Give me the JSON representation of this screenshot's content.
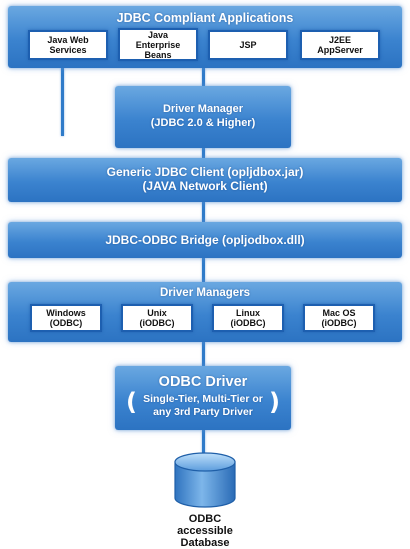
{
  "colors": {
    "layer_fill": "#3b83cf",
    "tile_border": "#1d5fb0",
    "connector": "#2f7bc9",
    "database": "#4a8fd6"
  },
  "layers": {
    "apps": {
      "title": "JDBC Compliant Applications",
      "tiles": [
        "Java Web\nServices",
        "Java\nEnterprise\nBeans",
        "JSP",
        "J2EE\nAppServer"
      ]
    },
    "driver_manager": {
      "line1": "Driver Manager",
      "line2": "(JDBC 2.0 & Higher)"
    },
    "generic_client": {
      "line1": "Generic JDBC Client (opljdbox.jar)",
      "line2": "(JAVA Network Client)"
    },
    "bridge": {
      "title": "JDBC-ODBC Bridge (opljodbox.dll)"
    },
    "driver_managers": {
      "title": "Driver Managers",
      "tiles": [
        "Windows\n(ODBC)",
        "Unix\n(iODBC)",
        "Linux\n(iODBC)",
        "Mac OS\n(iODBC)"
      ]
    },
    "odbc_driver": {
      "title": "ODBC Driver",
      "subtitle": "Single-Tier, Multi-Tier or\nany 3rd Party Driver",
      "paren_left": "(",
      "paren_right": ")"
    }
  },
  "database": {
    "icon": "database-icon",
    "label": "ODBC\naccessible\nDatabase"
  }
}
